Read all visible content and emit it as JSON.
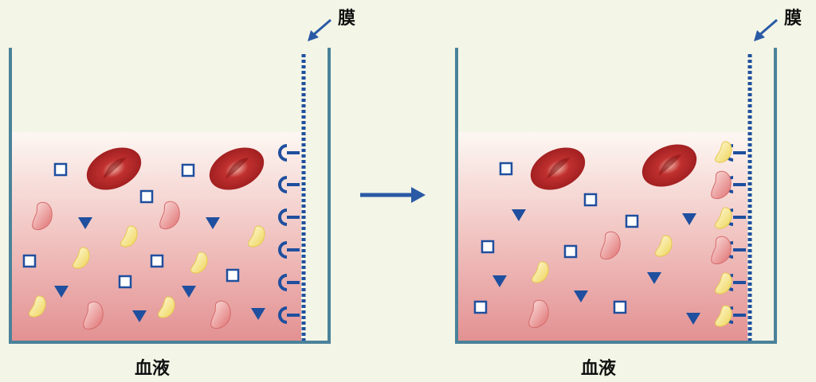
{
  "left_panel": {
    "membrane_label": "膜",
    "container_label": "血液"
  },
  "right_panel": {
    "membrane_label": "膜",
    "container_label": "血液"
  },
  "colors": {
    "background": "#f3f5e6",
    "container_wall": "#4a8299",
    "blood_top": "#fdf6f2",
    "blood_bottom": "#e49596",
    "membrane": "#1f4f9e",
    "arrow": "#2a5aa5",
    "red_blood_cell": "#b01a1e",
    "pink_particle": "#e57f80",
    "yellow_particle": "#f1df6c",
    "square_particle": "#1f4f9e",
    "triangle_particle": "#1f4f9e"
  },
  "icons": [
    "arrow-icon",
    "membrane-receptor-icon",
    "red-blood-cell-icon",
    "pink-particle-icon",
    "yellow-particle-icon",
    "square-particle-icon",
    "triangle-particle-icon"
  ]
}
